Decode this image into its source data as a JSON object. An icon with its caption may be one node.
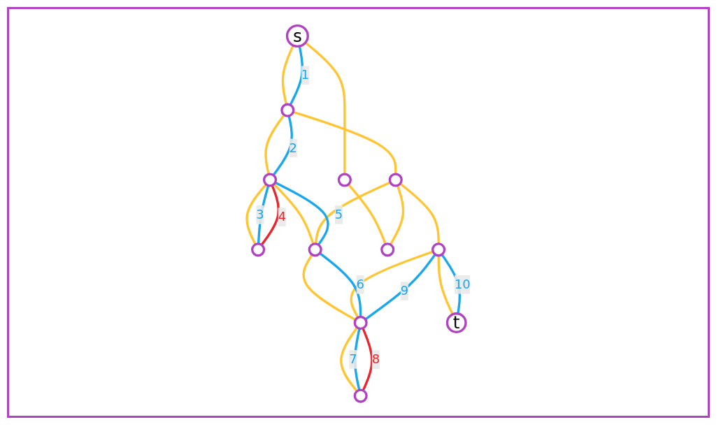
{
  "diagram": {
    "nodes": [
      {
        "text": [
          "s"
        ]
      },
      {
        "text": [],
        "shape": "circle"
      },
      {
        "text": [],
        "shape": "circle"
      },
      {
        "text": [],
        "shape": "circle"
      },
      {
        "text": [],
        "shape": "circle"
      },
      {
        "text": [],
        "shape": "circle"
      },
      {
        "text": [],
        "shape": "circle"
      },
      {
        "text": [],
        "shape": "circle"
      },
      {
        "text": [],
        "shape": "circle"
      },
      {
        "text": [],
        "shape": "circle"
      },
      {
        "text": [
          "t"
        ]
      },
      {
        "text": [],
        "shape": "circle"
      }
    ],
    "edges": [
      {
        "from": 0,
        "to": 1,
        "arrow": "none"
      },
      {
        "from": 1,
        "to": 2,
        "arrow": "none"
      },
      {
        "from": 2,
        "to": 3,
        "arrow": "none"
      },
      {
        "from": 0,
        "to": 4,
        "arrow": "none"
      },
      {
        "from": 1,
        "to": 5,
        "arrow": "none"
      },
      {
        "from": 2,
        "to": 6,
        "arrow": "none"
      },
      {
        "from": 4,
        "to": 7,
        "arrow": "none"
      },
      {
        "from": 5,
        "to": 6,
        "arrow": "none"
      },
      {
        "from": 5,
        "to": 7,
        "arrow": "none"
      },
      {
        "from": 5,
        "to": 8,
        "arrow": "none"
      },
      {
        "from": 6,
        "to": 9,
        "arrow": "none"
      },
      {
        "from": 8,
        "to": 9,
        "arrow": "none"
      },
      {
        "from": 8,
        "to": 10,
        "arrow": "none"
      },
      {
        "from": 9,
        "to": 11,
        "arrow": "none"
      },
      {
        "from": 0,
        "to": 1,
        "arrow": "none",
        "label": "1",
        "color": "#1aa7ec"
      },
      {
        "from": 1,
        "to": 2,
        "arrow": "none",
        "label": "2",
        "color": "#1aa7ec"
      },
      {
        "from": 2,
        "to": 3,
        "arrow": "none",
        "label": "3",
        "color": "#1aa7ec"
      },
      {
        "from": 2,
        "to": 3,
        "arrow": "none",
        "label": "4",
        "color": "#e8262d"
      },
      {
        "from": 2,
        "to": 6,
        "arrow": "none",
        "label": "5",
        "color": "#1aa7ec"
      },
      {
        "from": 6,
        "to": 9,
        "arrow": "none",
        "label": "6",
        "color": "#1aa7ec"
      },
      {
        "from": 9,
        "to": 11,
        "arrow": "none",
        "label": "7",
        "color": "#1aa7ec"
      },
      {
        "from": 9,
        "to": 11,
        "arrow": "none",
        "label": "8",
        "color": "#e8262d"
      },
      {
        "from": 8,
        "to": 9,
        "arrow": "none",
        "label": "9",
        "color": "#1aa7ec"
      },
      {
        "from": 8,
        "to": 10,
        "arrow": "none",
        "label": "10",
        "color": "#1aa7ec"
      }
    ]
  }
}
